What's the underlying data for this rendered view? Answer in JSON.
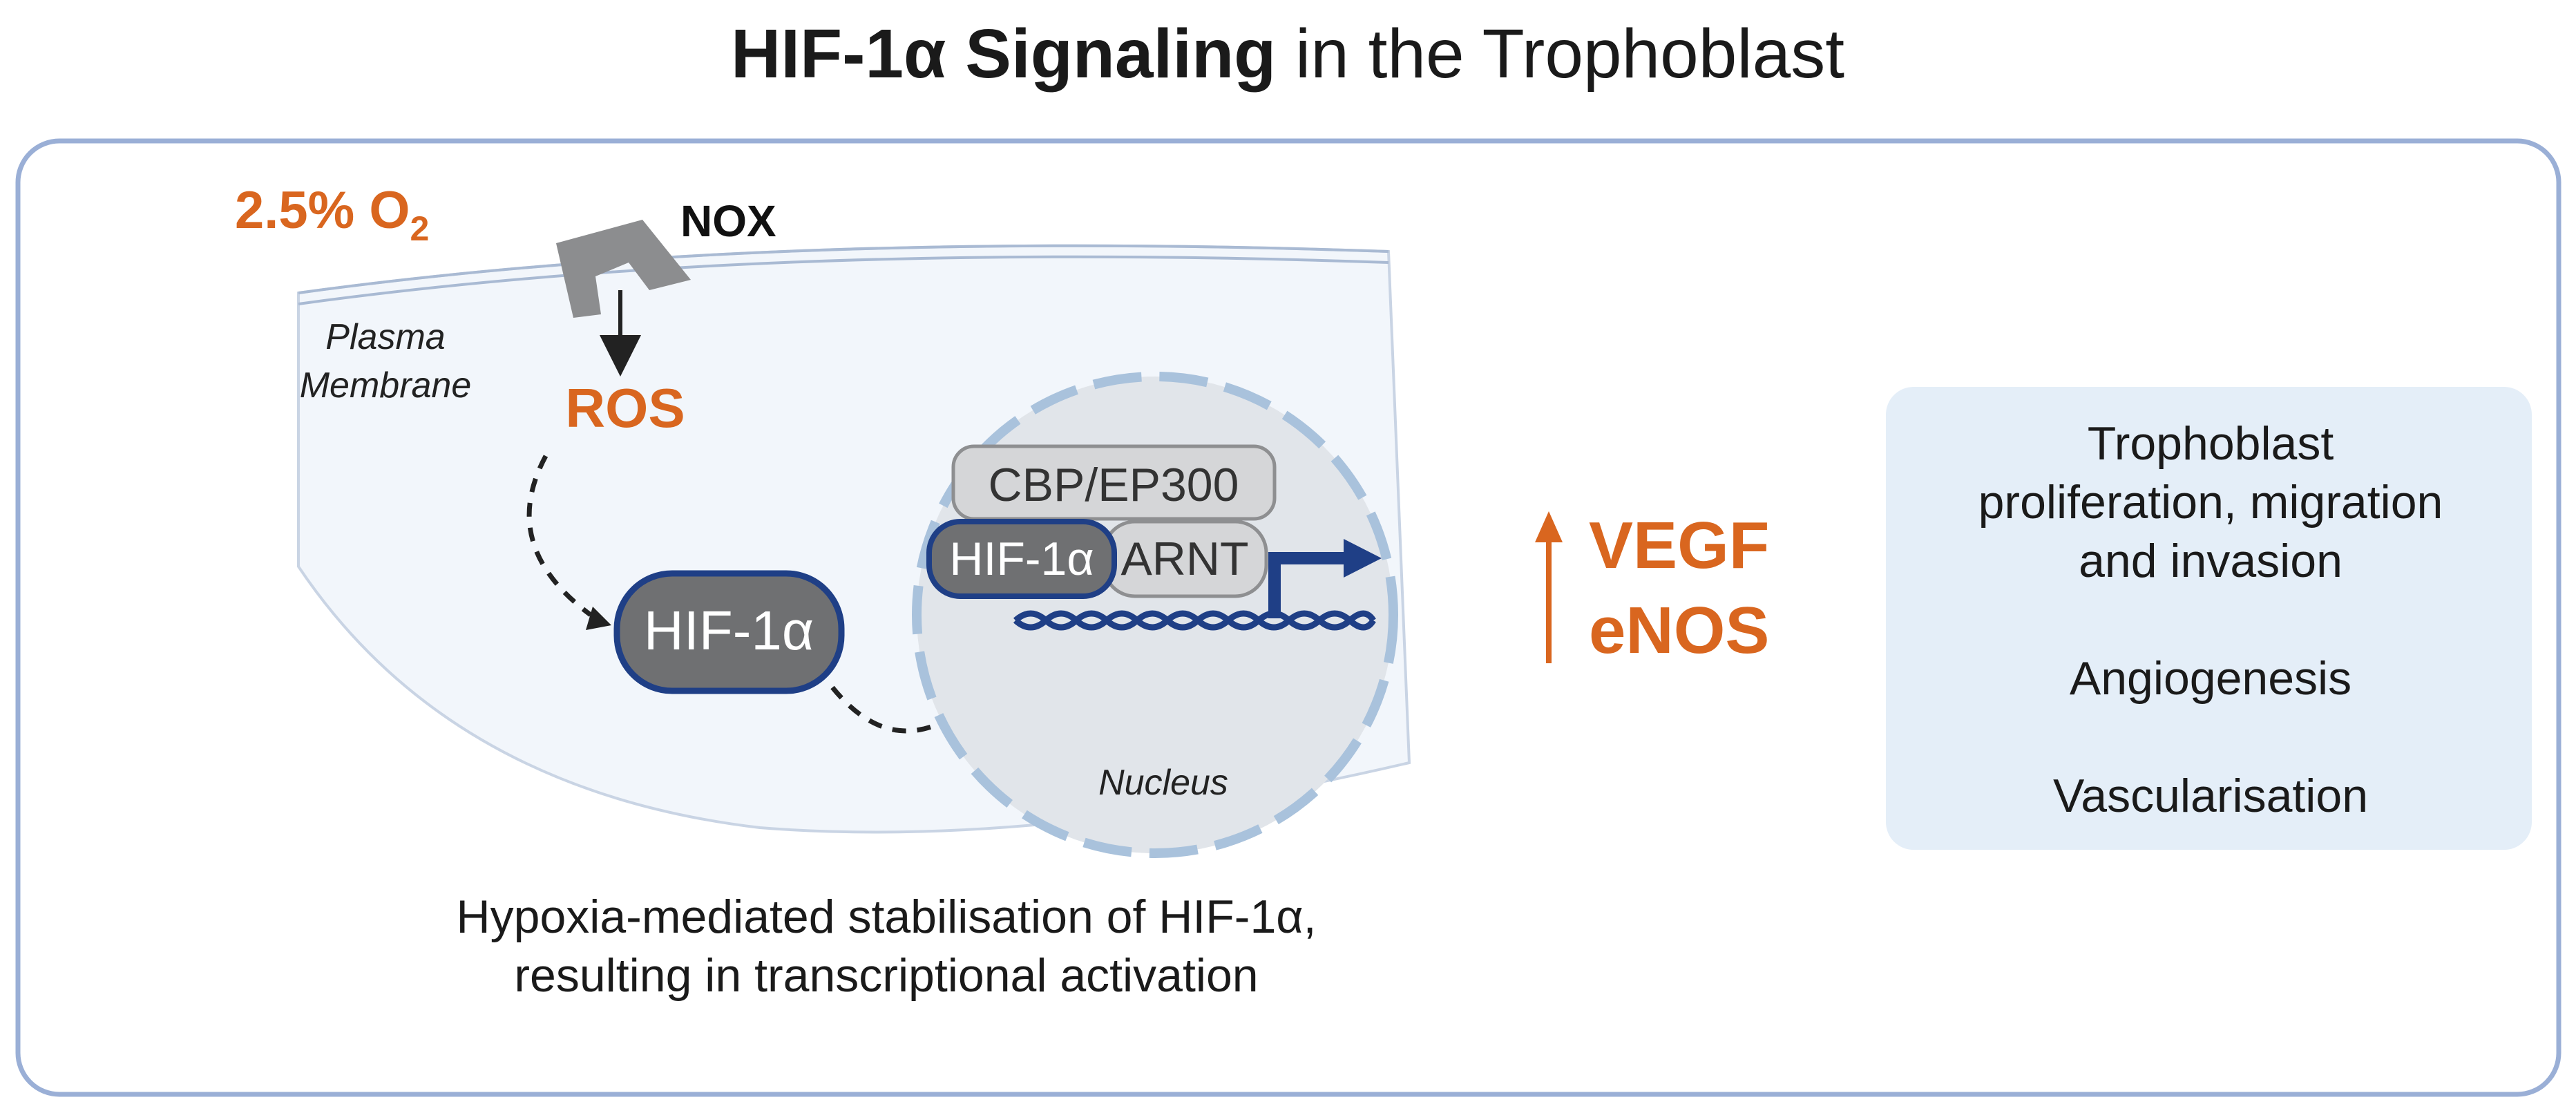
{
  "title": {
    "bold_part": "HIF-1α Signaling",
    "rest_part": " in the Trophoblast"
  },
  "oxygen": {
    "value": "2.5% O",
    "subscript": "2"
  },
  "labels": {
    "nox": "NOX",
    "plasma_membrane_line1": "Plasma",
    "plasma_membrane_line2": "Membrane",
    "ros": "ROS",
    "hif_cytoplasm": "HIF-1α",
    "cbp": "CBP/EP300",
    "hif_nucleus": "HIF-1α",
    "arnt": "ARNT",
    "nucleus": "Nucleus"
  },
  "targets": {
    "vegf": "VEGF",
    "enos": "eNOS"
  },
  "caption": {
    "line1": "Hypoxia-mediated stabilisation of HIF-1α,",
    "line2": "resulting in transcriptional activation"
  },
  "outcomes": {
    "line1": "Trophoblast",
    "line2": "proliferation, migration",
    "line3": "and invasion",
    "line4": "Angiogenesis",
    "line5": "Vascularisation"
  },
  "colors": {
    "orange": "#D9661F",
    "navy": "#1F3F86",
    "gray_box": "#6F7072",
    "light_gray": "#D5D6D8",
    "panel_border": "#9AAFD6",
    "cell_fill": "#F2F6FB",
    "nucleus_fill": "#E1E5EA",
    "outcome_fill": "#E4EEF8"
  }
}
